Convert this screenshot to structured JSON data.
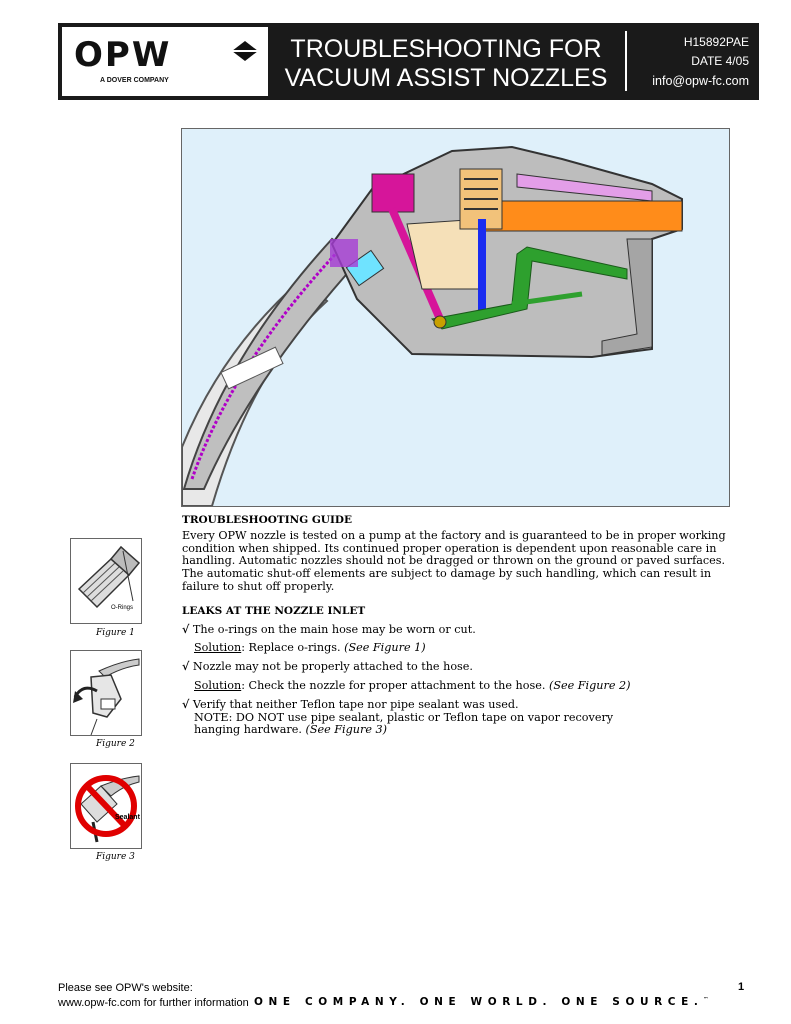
{
  "header": {
    "logo_text": "OPW",
    "logo_sub": "A DOVER COMPANY",
    "title_line1": "TROUBLESHOOTING FOR",
    "title_line2": "VACUUM ASSIST NOZZLES",
    "doc_number": "H15892PAE",
    "date": "DATE 4/05",
    "email": "info@opw-fc.com"
  },
  "guide": {
    "heading": "TROUBLESHOOTING GUIDE",
    "body": "Every OPW nozzle is tested on a pump at the factory and is guaranteed to be in proper working condition when shipped.  Its continued proper operation is dependent upon reasonable care in handling. Automatic nozzles should not be dragged or thrown on the ground or paved surfaces. The automatic shut-off elements are subject to damage by such handling, which can result in failure to shut off properly."
  },
  "leaks": {
    "heading": "LEAKS AT THE NOZZLE INLET",
    "check": "√",
    "solution_label": "Solution",
    "item1": "The o-rings on the main hose may be worn or cut.",
    "sol1": ":  Replace o-rings.",
    "ref1": "(See Figure 1)",
    "item2": "Nozzle may not be properly attached to the hose.",
    "sol2": ":  Check the nozzle for proper attachment to the hose.",
    "ref2": "(See Figure 2)",
    "item3": "Verify that neither Teflon tape nor pipe sealant was used.",
    "note": "NOTE:  DO NOT use pipe sealant, plastic or Teflon tape on vapor recovery",
    "note2": "hanging hardware.",
    "ref3": "(See Figure 3)"
  },
  "figures": {
    "fig1_label": "O-Rings",
    "fig1_caption": "Figure 1",
    "fig2_caption": "Figure 2",
    "fig3_label": "Sealant",
    "fig3_caption": "Figure  3"
  },
  "footer": {
    "line1": "Please see OPW's website:",
    "line2": "www.opw-fc.com for further information",
    "tagline": "ONE COMPANY. ONE WORLD. ONE SOURCE.",
    "tm": "™",
    "page": "1"
  }
}
